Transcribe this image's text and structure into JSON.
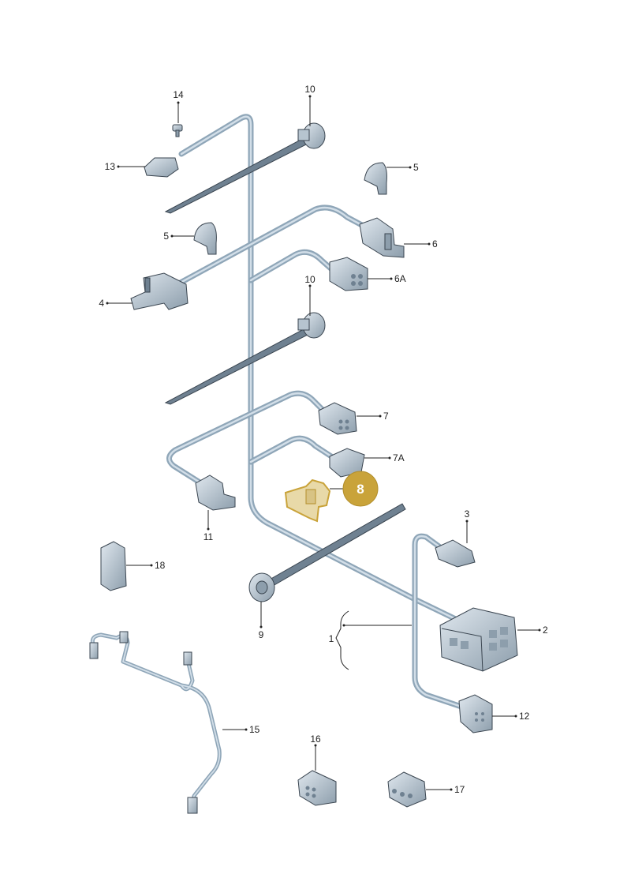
{
  "callouts": {
    "c1": "1",
    "c2": "2",
    "c3": "3",
    "c4": "4",
    "c5a": "5",
    "c5b": "5",
    "c6": "6",
    "c6a": "6A",
    "c7": "7",
    "c7a": "7A",
    "c8": "8",
    "c9": "9",
    "c10a": "10",
    "c10b": "10",
    "c11": "11",
    "c12": "12",
    "c13": "13",
    "c14": "14",
    "c15": "15",
    "c16": "16",
    "c17": "17",
    "c18": "18"
  },
  "colors": {
    "wire": "#8fa6b8",
    "wire_light": "#c9d7e2",
    "part_fill": "#b6c4cf",
    "part_dark": "#6f8191",
    "highlight": "#c9a33a",
    "highlight_fill": "#e8d9a8"
  },
  "highlighted_part": "c8"
}
